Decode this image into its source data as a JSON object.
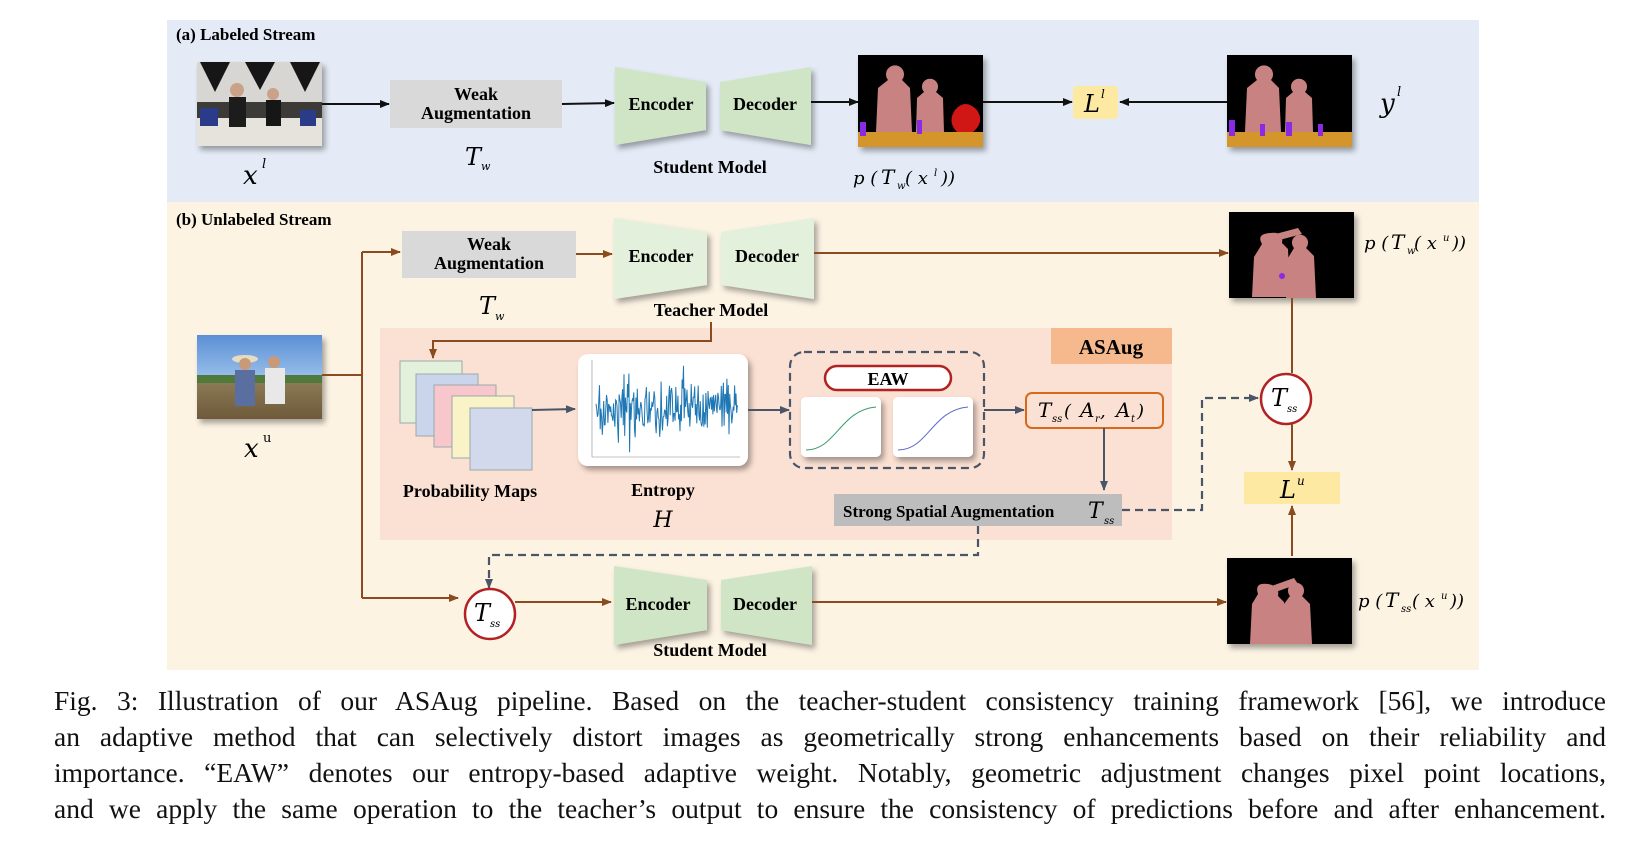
{
  "labeled": {
    "stream_title": "(a) Labeled Stream",
    "input_var": "x",
    "input_sup": "l",
    "weak_aug_line1": "Weak",
    "weak_aug_line2": "Augmentation",
    "weak_aug_sym": "T",
    "weak_aug_sub": "w",
    "encoder": "Encoder",
    "decoder": "Decoder",
    "model_label": "Student Model",
    "pred_label_pre": "p (",
    "pred_label_T": "T",
    "pred_label_sub": "w",
    "pred_label_mid": " ( x",
    "pred_label_sup": "l",
    "pred_label_post": " ))",
    "loss_sym": "L",
    "loss_sup": "l",
    "gt_var": "y",
    "gt_sup": "l"
  },
  "unlabeled": {
    "stream_title": "(b) Unlabeled Stream",
    "input_var": "x",
    "input_sup": "u",
    "weak_aug_line1": "Weak",
    "weak_aug_line2": "Augmentation",
    "weak_aug_sym": "T",
    "weak_aug_sub": "w",
    "teacher_encoder": "Encoder",
    "teacher_decoder": "Decoder",
    "teacher_label": "Teacher Model",
    "teacher_pred_pre": "p (",
    "teacher_pred_T": "T",
    "teacher_pred_sub": "w",
    "teacher_pred_mid": " ( x",
    "teacher_pred_sup": "u",
    "teacher_pred_post": " ))",
    "tss_sym": "T",
    "tss_sub": "ss",
    "loss_sym": "L",
    "loss_sup": "u",
    "student_encoder": "Encoder",
    "student_decoder": "Decoder",
    "student_label": "Student Model",
    "student_pred_pre": "p (",
    "student_pred_T": "T",
    "student_pred_sub": "ss",
    "student_pred_mid": " ( x",
    "student_pred_sup": "u",
    "student_pred_post": " ))"
  },
  "asaug": {
    "title": "ASAug",
    "prob_maps_label": "Probability Maps",
    "entropy_label": "Entropy",
    "entropy_sym": "H",
    "eaw_label": "EAW",
    "tss_func_T": "T",
    "tss_func_sub": "ss",
    "tss_func_args_open": " (",
    "tss_func_A1": "A",
    "tss_func_A1_sub": "r",
    "tss_func_comma": " ,",
    "tss_func_A2": "A",
    "tss_func_A2_sub": "t",
    "tss_func_close": " )",
    "strong_aug_label": "Strong Spatial Augmentation",
    "strong_aug_sym": "T",
    "strong_aug_sub": "ss"
  },
  "caption": {
    "line1": "Fig. 3: Illustration of our ASAug pipeline. Based on the teacher-student consistency training framework [56], we introduce",
    "line2": "an adaptive method that can selectively distort images as geometrically strong enhancements based on their reliability and",
    "line3": "importance. “EAW” denotes our entropy-based adaptive weight. Notably, geometric adjustment changes pixel point locations,",
    "line4": "and we apply the same operation to the teacher’s output to ensure the consistency of predictions before and after enhancement."
  },
  "colors": {
    "labeled_bg": "#e4ebf6",
    "unlabeled_bg": "#fcf3e3",
    "asaug_bg": "#fbe1d3",
    "asaug_title_bg": "#f6b98d",
    "weak_aug_bg": "#d9d9d9",
    "enc_dec_fill": "#cfe5c6",
    "loss_bg": "#fde9a2",
    "arrow_brown": "#8a4b1f",
    "dashed_slate": "#4a5668",
    "tss_circle_stroke": "#b22222",
    "mask_person": "#c98282",
    "mask_table": "#d4952a",
    "mask_bottle": "#8a2be2",
    "mask_object_red": "#d11616",
    "entropy_signal": "#1f77b4"
  }
}
